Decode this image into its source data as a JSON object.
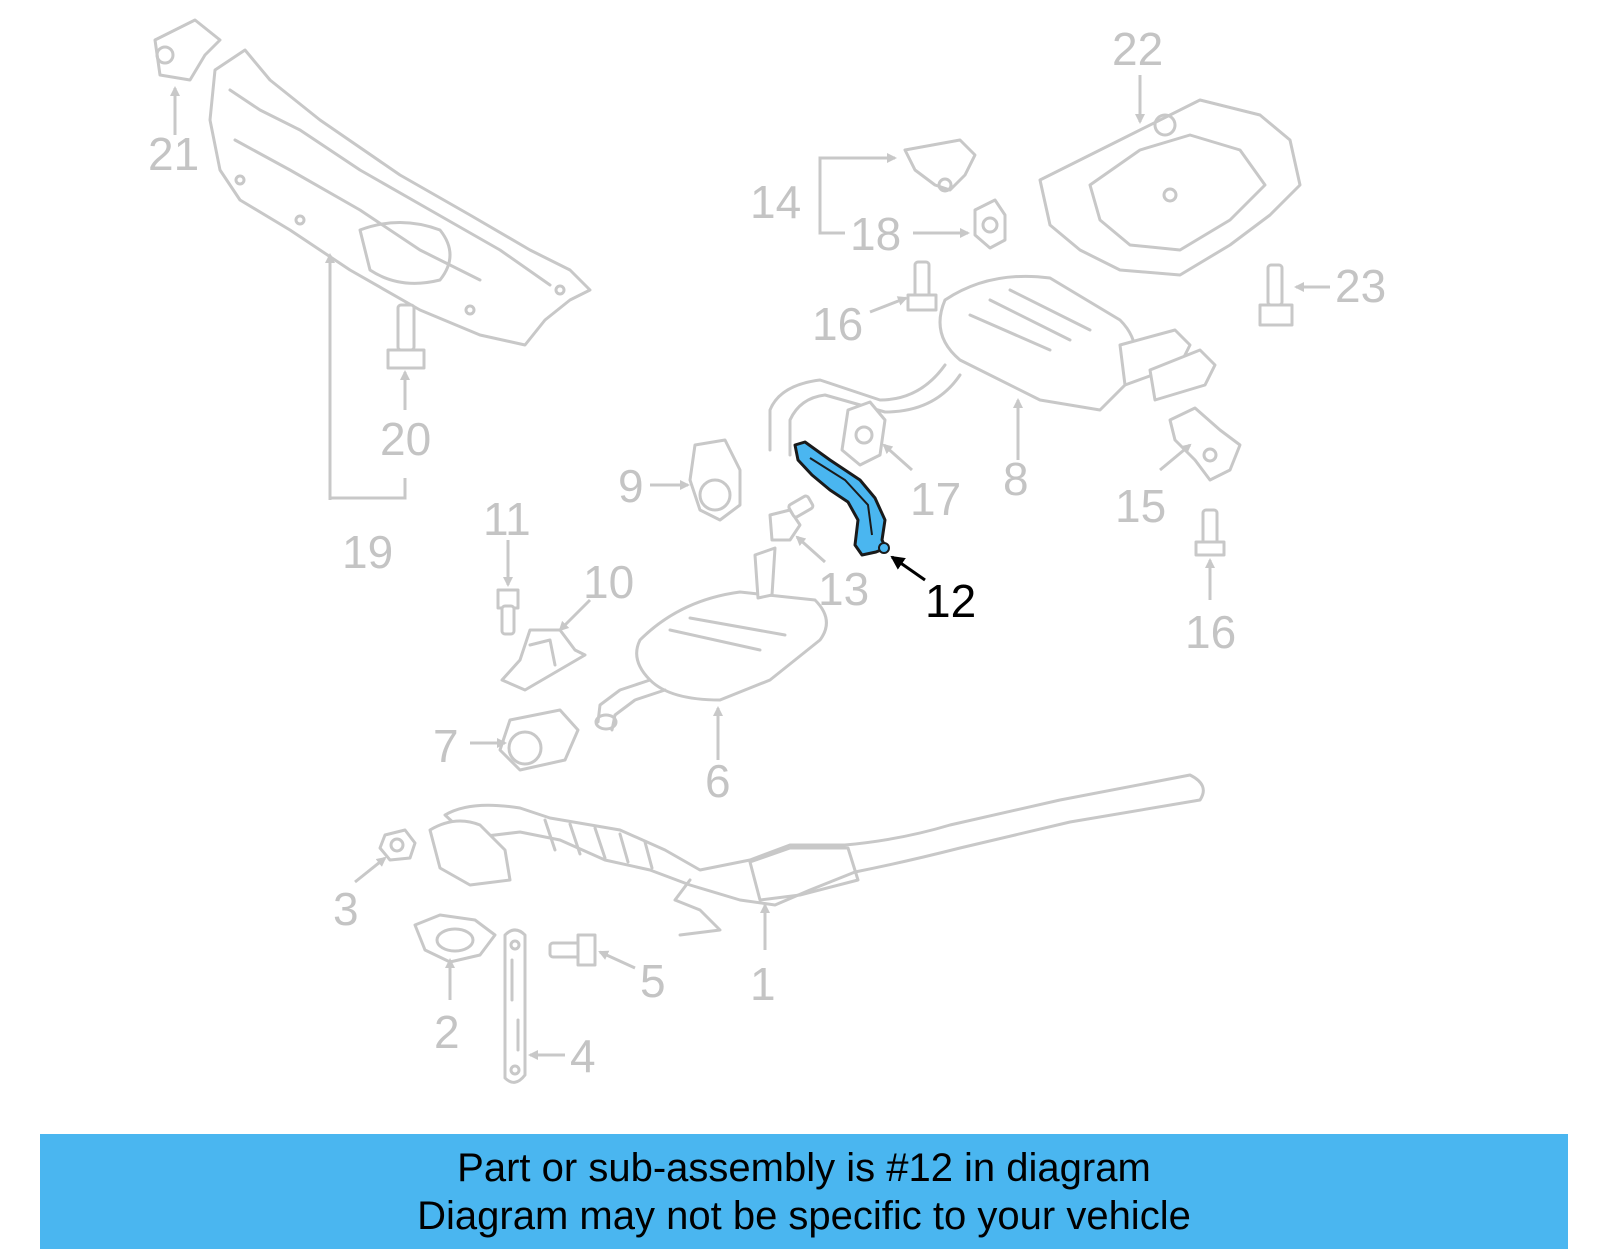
{
  "callouts": {
    "c1": "1",
    "c2": "2",
    "c3": "3",
    "c4": "4",
    "c5": "5",
    "c6": "6",
    "c7": "7",
    "c8": "8",
    "c9": "9",
    "c10": "10",
    "c11": "11",
    "c12": "12",
    "c13": "13",
    "c14": "14",
    "c15": "15",
    "c16a": "16",
    "c16b": "16",
    "c17": "17",
    "c18": "18",
    "c19": "19",
    "c20": "20",
    "c21": "21",
    "c22": "22",
    "c23": "23"
  },
  "highlight": {
    "part_number": "12",
    "color": "#4ab6f0"
  },
  "banner": {
    "line1": "Part or sub-assembly is #12 in diagram",
    "line2": "Diagram may not be specific to your vehicle",
    "color": "#4ab6f0"
  }
}
